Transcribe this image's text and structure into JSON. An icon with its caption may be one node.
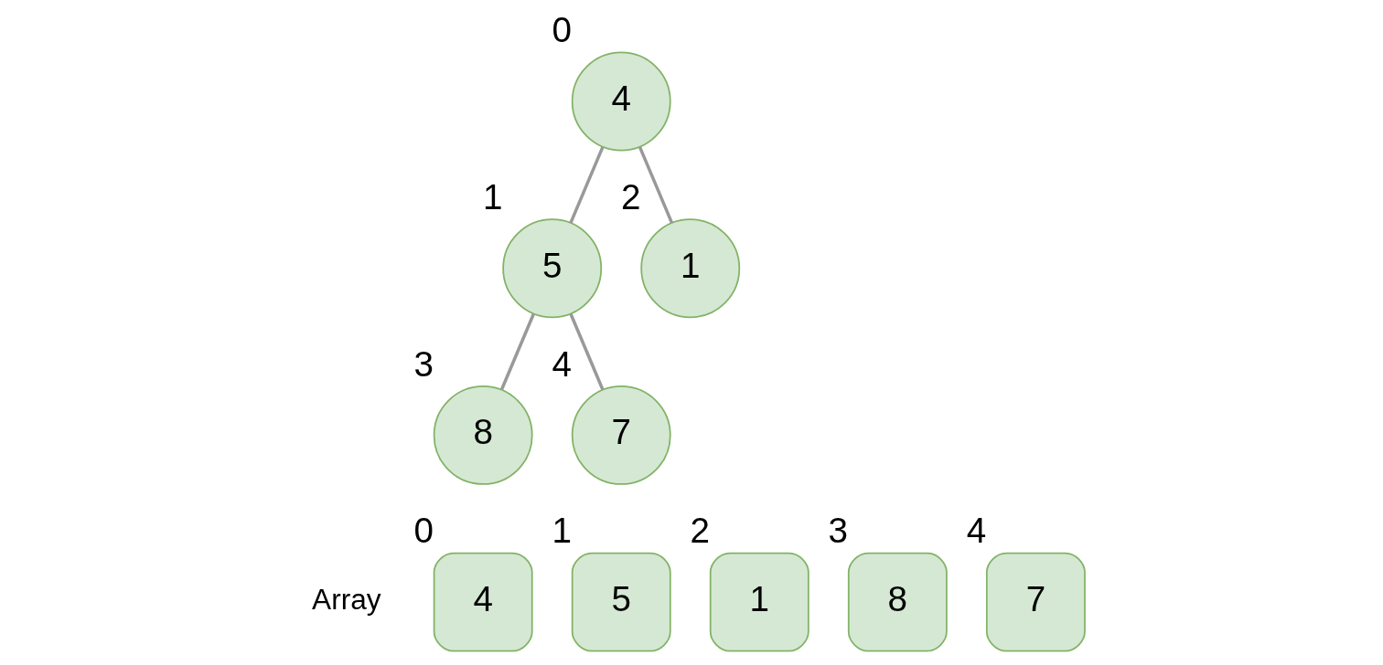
{
  "diagram": {
    "nodes": [
      {
        "text": [
          "4"
        ],
        "beside": [
          "0"
        ]
      },
      {
        "text": [
          "5"
        ],
        "beside": [
          "1"
        ]
      },
      {
        "text": [
          "1"
        ],
        "beside": [
          "2"
        ]
      },
      {
        "text": [
          "8"
        ],
        "beside": [
          "3"
        ]
      },
      {
        "text": [
          "7"
        ],
        "beside": [
          "4"
        ]
      },
      {
        "text": [
          "4"
        ],
        "beside": [
          "0"
        ]
      },
      {
        "text": [
          "5"
        ],
        "beside": [
          "1"
        ]
      },
      {
        "text": [
          "1"
        ],
        "beside": [
          "2"
        ]
      },
      {
        "text": [
          "8"
        ],
        "beside": [
          "3"
        ]
      },
      {
        "text": [
          "7"
        ],
        "beside": [
          "4"
        ]
      }
    ],
    "edges": [
      {
        "from": 0,
        "to": 1,
        "arrow": "none"
      },
      {
        "from": 0,
        "to": 2,
        "arrow": "none"
      },
      {
        "from": 1,
        "to": 3,
        "arrow": "none"
      },
      {
        "from": 1,
        "to": 4,
        "arrow": "none"
      }
    ],
    "labels": [
      "Array"
    ]
  }
}
